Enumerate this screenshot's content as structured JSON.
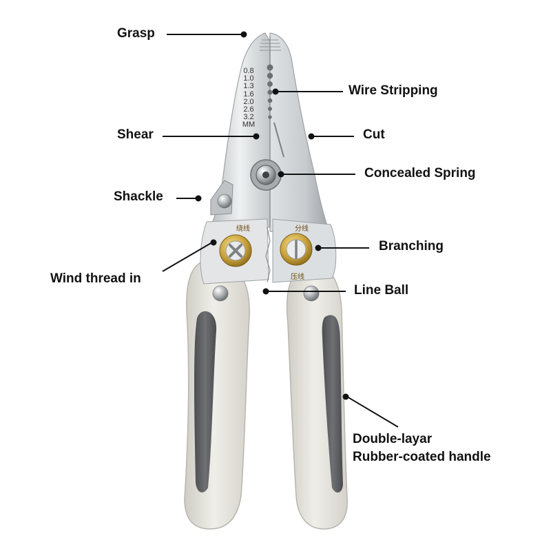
{
  "labels": {
    "grasp": "Grasp",
    "wire_stripping": "Wire Stripping",
    "shear": "Shear",
    "cut": "Cut",
    "concealed_spring": "Concealed Spring",
    "shackle": "Shackle",
    "branching": "Branching",
    "wind_thread_in": "Wind thread in",
    "line_ball": "Line Ball",
    "handle_line1": "Double-layar",
    "handle_line2": "Rubber-coated handle"
  },
  "gauge": {
    "sizes": [
      "0.8",
      "1.0",
      "1.3",
      "1.6",
      "2.0",
      "2.6",
      "3.2"
    ],
    "unit": "MM"
  },
  "engravings": {
    "left_top": "绕线",
    "right_top": "分线",
    "right_bottom": "压线"
  },
  "colors": {
    "handle": "#e4e3dc",
    "grip": "#5e6063",
    "steel": "#d5d8da",
    "brass": "#c9a23a",
    "leader": "#111111"
  }
}
